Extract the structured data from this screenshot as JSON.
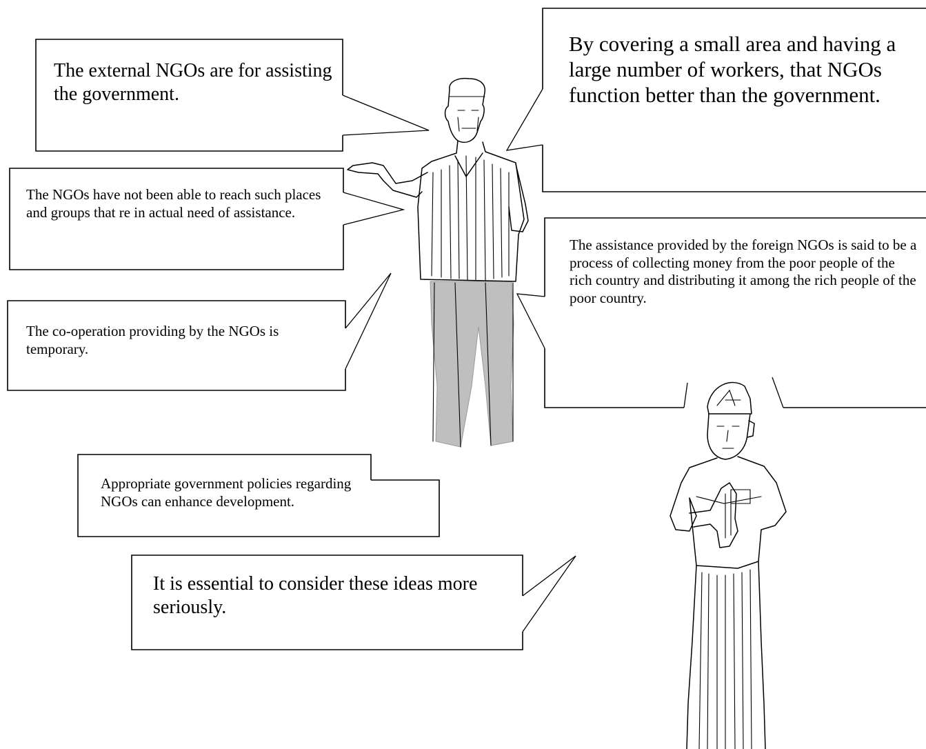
{
  "figures": {
    "speaker_left": {
      "name": "standing-man-gesturing"
    },
    "speaker_right": {
      "name": "man-with-cap-hands-clasped"
    }
  },
  "bubbles": [
    {
      "id": "external-ngos",
      "text": "The external NGOs are for assisting the government."
    },
    {
      "id": "small-area",
      "text": "By covering a small area and having a large number of workers, that NGOs function better than the government."
    },
    {
      "id": "not-reached",
      "text": "The NGOs have not been able to reach such places and groups that re in actual need of assistance."
    },
    {
      "id": "foreign-assistance",
      "text": "The assistance provided by the foreign NGOs is said to be a process of collecting money from the poor people of the rich country and distributing it among the rich people of the poor country."
    },
    {
      "id": "temporary",
      "text": "The co-operation providing by the NGOs is temporary."
    },
    {
      "id": "policies",
      "text": "Appropriate government policies regarding NGOs can enhance development."
    },
    {
      "id": "essential",
      "text": "It is essential to consider these ideas more seriously."
    }
  ]
}
